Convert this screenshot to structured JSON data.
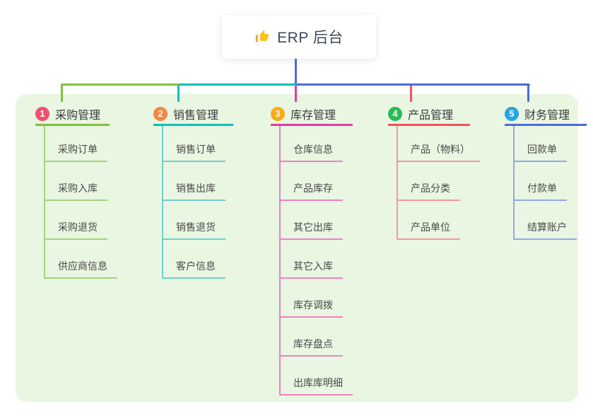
{
  "root": {
    "label": "ERP 后台",
    "icon": "thumbs-up-icon",
    "line_color": "#4a6bd8"
  },
  "canvas": {
    "page_bg": "#ffffff",
    "panel_bg": "#e9f6e2"
  },
  "branches": [
    {
      "badge": "1",
      "title": "采购管理",
      "badge_color": "#f2506e",
      "line_color": "#7fc13d",
      "child_line_color": "#a6d37f",
      "children": [
        "采购订单",
        "采购入库",
        "采购退货",
        "供应商信息"
      ]
    },
    {
      "badge": "2",
      "title": "销售管理",
      "badge_color": "#f6873f",
      "line_color": "#10bfb5",
      "child_line_color": "#6fd2c8",
      "children": [
        "销售订单",
        "销售出库",
        "销售退货",
        "客户信息"
      ]
    },
    {
      "badge": "3",
      "title": "库存管理",
      "badge_color": "#fbab19",
      "line_color": "#e23ba4",
      "child_line_color": "#ee82bf",
      "children": [
        "仓库信息",
        "产品库存",
        "其它出库",
        "其它入库",
        "库存调拨",
        "库存盘点",
        "出库库明细"
      ]
    },
    {
      "badge": "4",
      "title": "产品管理",
      "badge_color": "#2abd57",
      "line_color": "#f2545c",
      "child_line_color": "#f7979b",
      "children": [
        "产品（物料）",
        "产品分类",
        "产品单位"
      ]
    },
    {
      "badge": "5",
      "title": "财务管理",
      "badge_color": "#27a5e6",
      "line_color": "#4a6bd8",
      "child_line_color": "#93a9e6",
      "children": [
        "回款单",
        "付款单",
        "结算账户"
      ]
    }
  ]
}
